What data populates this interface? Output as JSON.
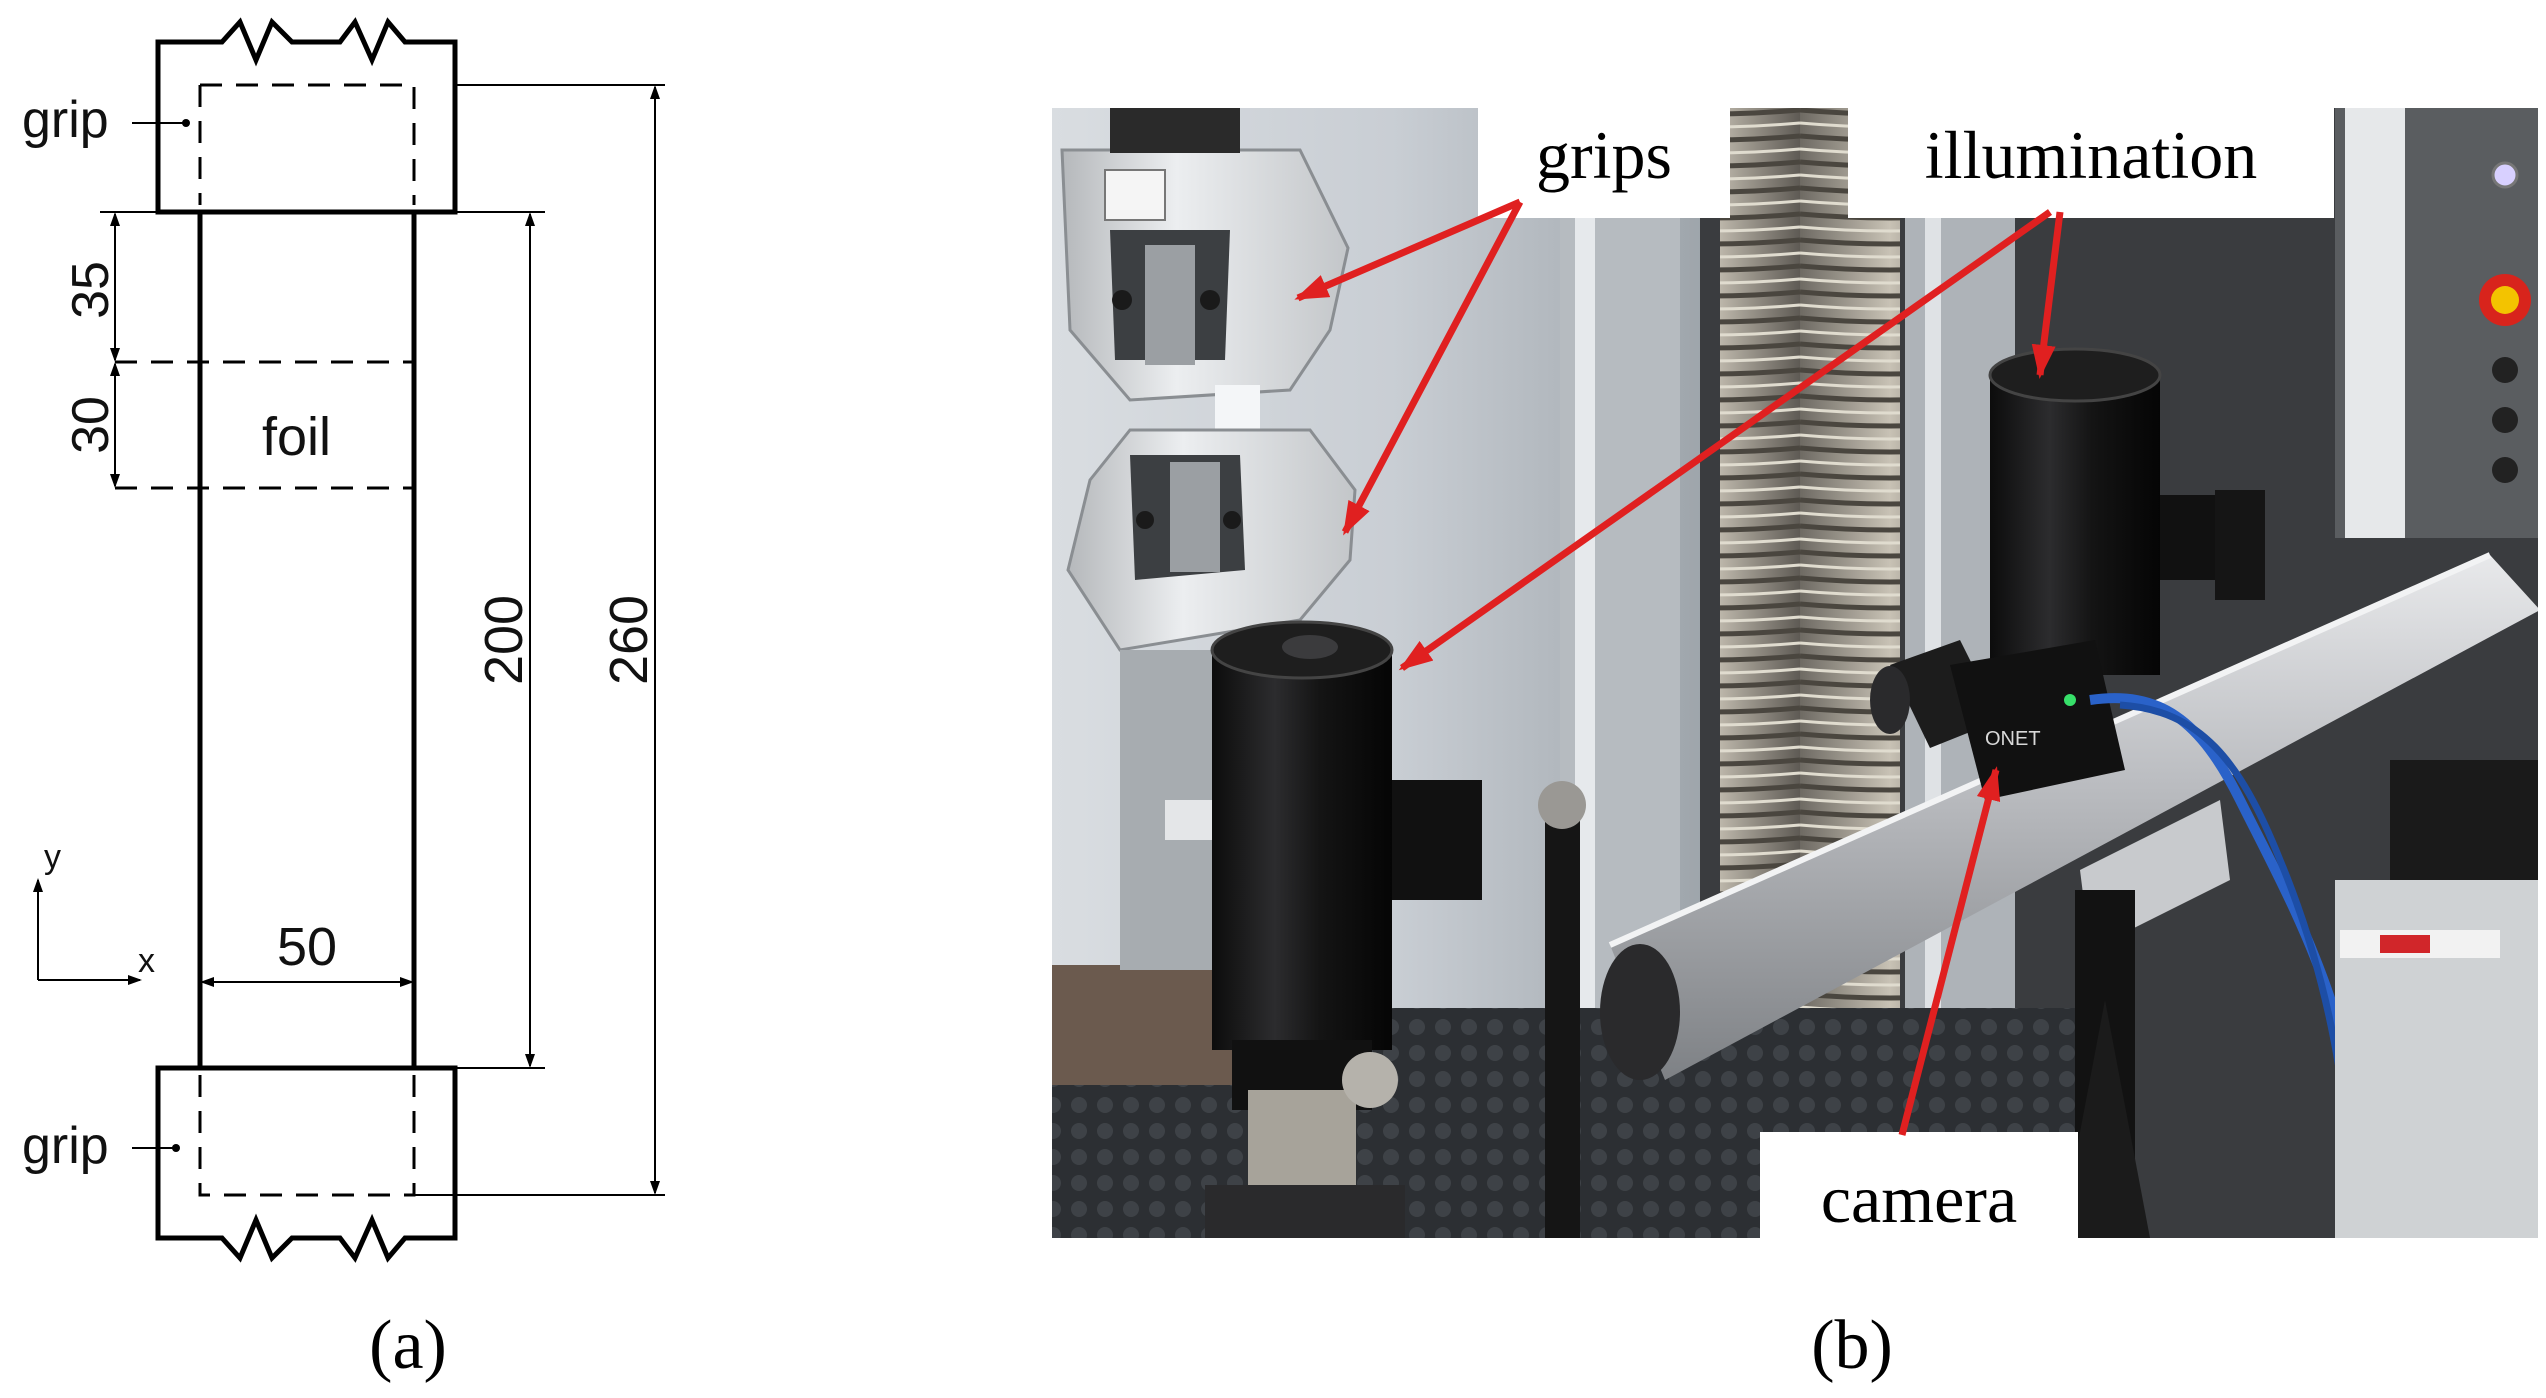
{
  "panel_a": {
    "caption": "(a)",
    "grip_top_label": "grip",
    "grip_bottom_label": "grip",
    "foil_label": "foil",
    "dim_35": "35",
    "dim_30": "30",
    "dim_200": "200",
    "dim_260": "260",
    "dim_50": "50",
    "axis_x": "x",
    "axis_y": "y"
  },
  "panel_b": {
    "caption": "(b)",
    "label_grips": "grips",
    "label_illumination": "illumination",
    "label_camera": "camera",
    "camera_brand": "ONET"
  },
  "colors": {
    "arrow": "#e02020",
    "cable": "#2a62c9",
    "rail": "#b9bbbf"
  }
}
